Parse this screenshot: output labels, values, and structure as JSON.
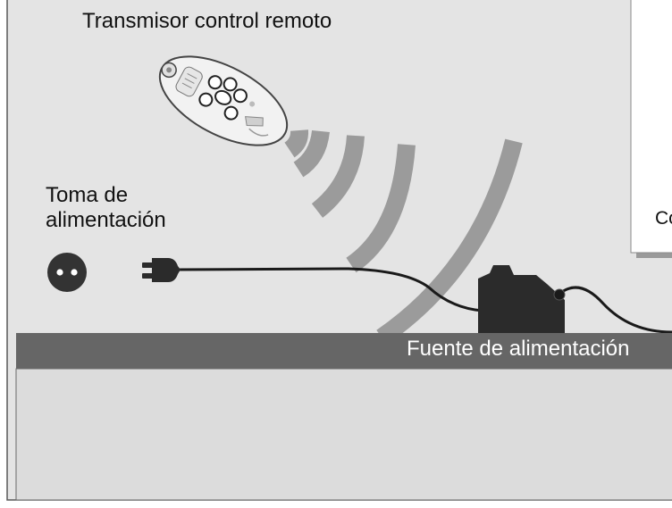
{
  "labels": {
    "remote": "Transmisor control remoto",
    "outlet_line1": "Toma de",
    "outlet_line2": "alimentación",
    "power_supply": "Fuente de alimentación",
    "cut_text": "Co"
  },
  "colors": {
    "background_panel": "#e4e4e4",
    "border": "#5a5a5a",
    "shelf_band": "#666666",
    "shelf_front": "#dcdcdc",
    "signal_waves": "#9b9b9b",
    "device_body": "#2b2b2b",
    "cable": "#1a1a1a"
  },
  "icons": {
    "remote": "remote-transmitter-icon",
    "outlet": "power-outlet-icon",
    "plug": "power-plug-icon",
    "signal": "wireless-signal-icon",
    "power_supply": "power-supply-box-icon"
  }
}
